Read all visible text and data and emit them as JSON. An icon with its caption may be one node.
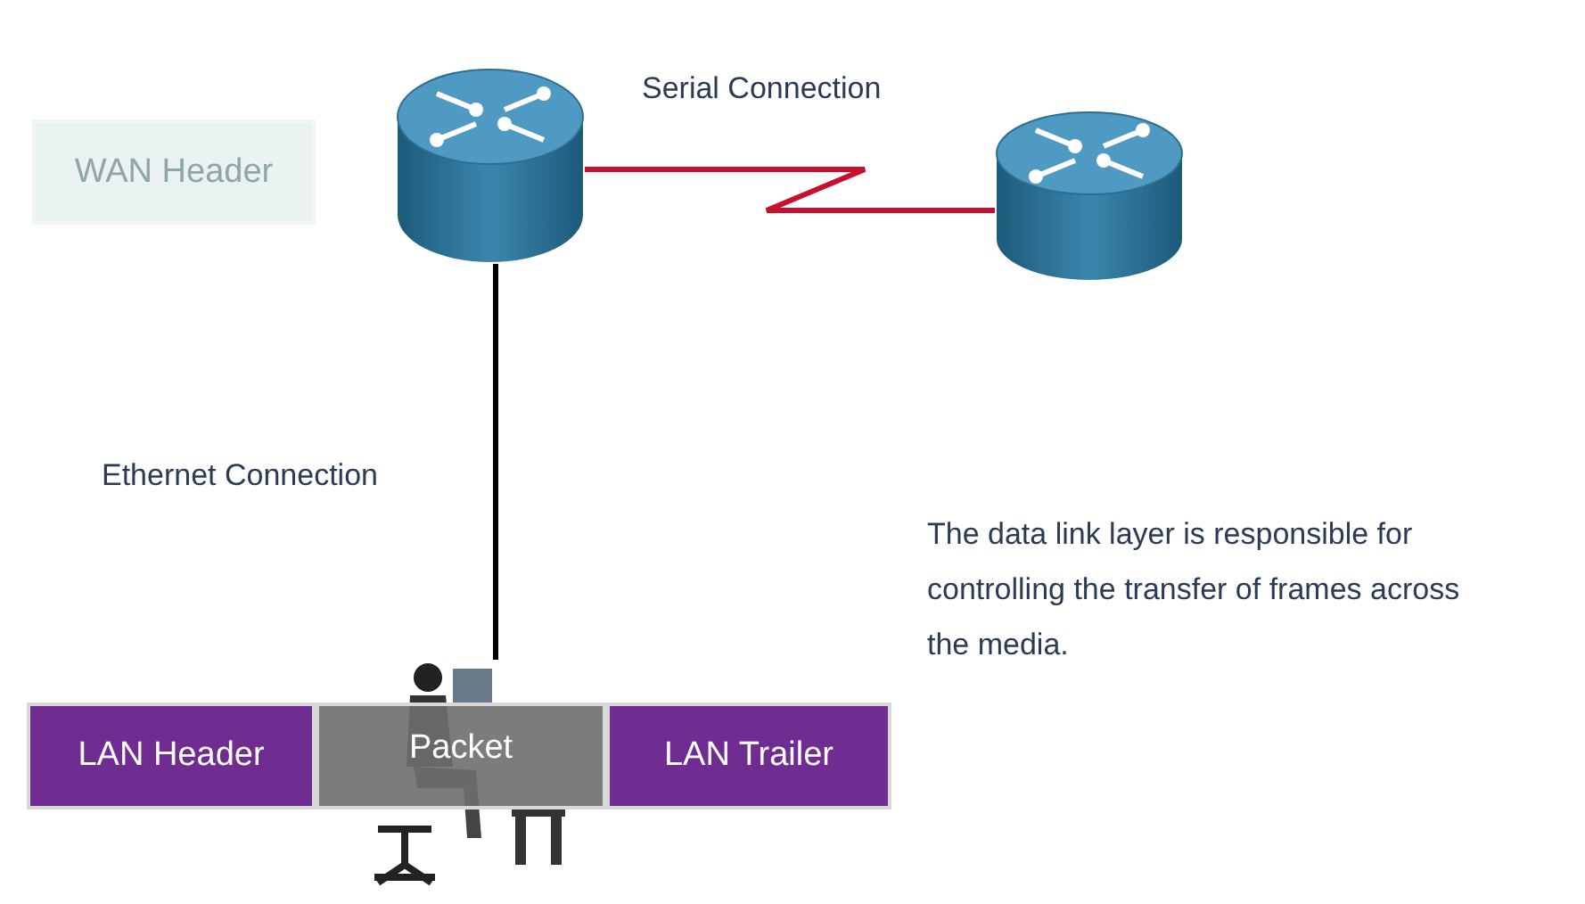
{
  "diagram": {
    "nodes": [
      {
        "text": [],
        "shape": "picture"
      },
      {
        "text": [],
        "shape": "picture"
      },
      {
        "text": [],
        "shape": "picture"
      },
      {
        "text": [
          "WAN Header"
        ]
      },
      {
        "text": [
          "LAN Header"
        ]
      },
      {
        "text": [
          "Packet"
        ]
      },
      {
        "text": [
          "LAN Trailer"
        ]
      }
    ],
    "edges": [
      {
        "from": 0,
        "to": 1,
        "arrow": "none",
        "color": "#c8102e"
      },
      {
        "from": 0,
        "to": 2,
        "arrow": "none",
        "color": "#000000"
      }
    ],
    "labels": [
      "Serial Connection",
      "Ethernet Connection",
      "The data link layer is responsible for controlling the transfer of frames across the media."
    ]
  }
}
